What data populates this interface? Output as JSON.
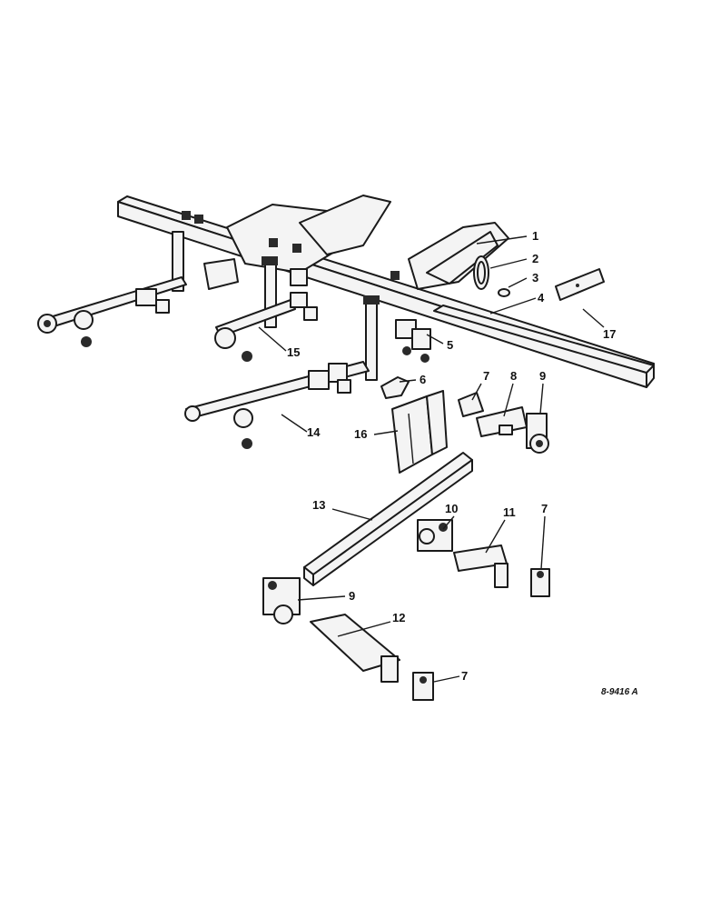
{
  "diagram": {
    "callouts": [
      {
        "id": "c1",
        "label": "1"
      },
      {
        "id": "c2",
        "label": "2"
      },
      {
        "id": "c3",
        "label": "3"
      },
      {
        "id": "c4",
        "label": "4"
      },
      {
        "id": "c5",
        "label": "5"
      },
      {
        "id": "c6",
        "label": "6"
      },
      {
        "id": "c7a",
        "label": "7"
      },
      {
        "id": "c8",
        "label": "8"
      },
      {
        "id": "c9a",
        "label": "9"
      },
      {
        "id": "c10",
        "label": "10"
      },
      {
        "id": "c11",
        "label": "11"
      },
      {
        "id": "c7b",
        "label": "7"
      },
      {
        "id": "c12",
        "label": "12"
      },
      {
        "id": "c7c",
        "label": "7"
      },
      {
        "id": "c9b",
        "label": "9"
      },
      {
        "id": "c13",
        "label": "13"
      },
      {
        "id": "c14",
        "label": "14"
      },
      {
        "id": "c15",
        "label": "15"
      },
      {
        "id": "c16",
        "label": "16"
      },
      {
        "id": "c17",
        "label": "17"
      }
    ],
    "drawing_code": "8-9416 A"
  }
}
